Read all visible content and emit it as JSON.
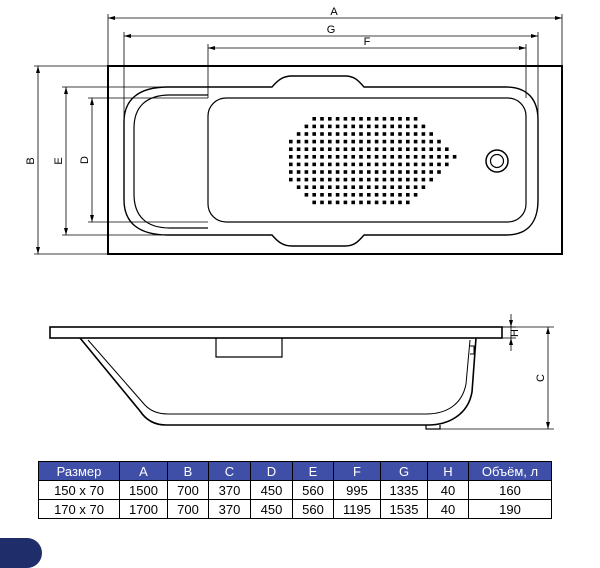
{
  "dimension_labels": {
    "A": "A",
    "G": "G",
    "F": "F",
    "B": "B",
    "E": "E",
    "D": "D",
    "H": "H",
    "C": "C"
  },
  "table": {
    "headers": [
      "Размер",
      "A",
      "B",
      "C",
      "D",
      "E",
      "F",
      "G",
      "H",
      "Объём, л"
    ],
    "rows": [
      [
        "150 x 70",
        "1500",
        "700",
        "370",
        "450",
        "560",
        "995",
        "1335",
        "40",
        "160"
      ],
      [
        "170 x 70",
        "1700",
        "700",
        "370",
        "450",
        "560",
        "1195",
        "1535",
        "40",
        "190"
      ]
    ]
  },
  "colors": {
    "table_header_bg": "#3f4fa8",
    "table_header_text": "#ffffff",
    "corner_accent": "#1f2d6b",
    "line": "#000000"
  }
}
